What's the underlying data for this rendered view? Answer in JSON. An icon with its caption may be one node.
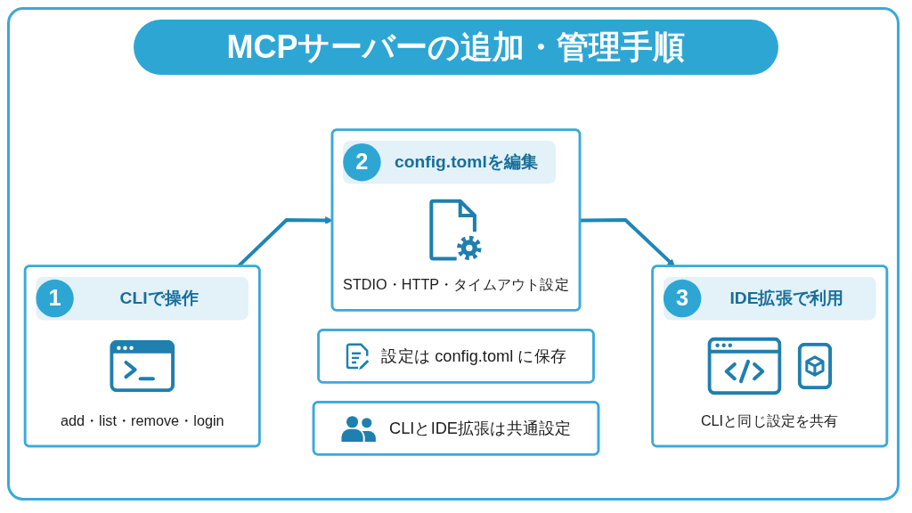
{
  "diagram": {
    "title": "MCPサーバーの追加・管理手順",
    "nodes": [
      {
        "text": [
          "設定は config.toml に保存"
        ]
      },
      {
        "text": [
          "1",
          "CLIで操作",
          "add・list・remove・login"
        ]
      },
      {
        "text": [
          "2",
          "config.tomlを編集",
          "STDIO・HTTP・タイムアウト設定"
        ]
      },
      {
        "text": [
          "3",
          "IDE拡張で利用",
          "CLIと同じ設定を共有"
        ]
      },
      {
        "text": [
          "CLIとIDE拡張は共通設定"
        ]
      }
    ],
    "edges": [
      {
        "from": 1,
        "to": 2,
        "arrow": "to"
      },
      {
        "from": 2,
        "to": 3,
        "arrow": "to"
      }
    ]
  }
}
